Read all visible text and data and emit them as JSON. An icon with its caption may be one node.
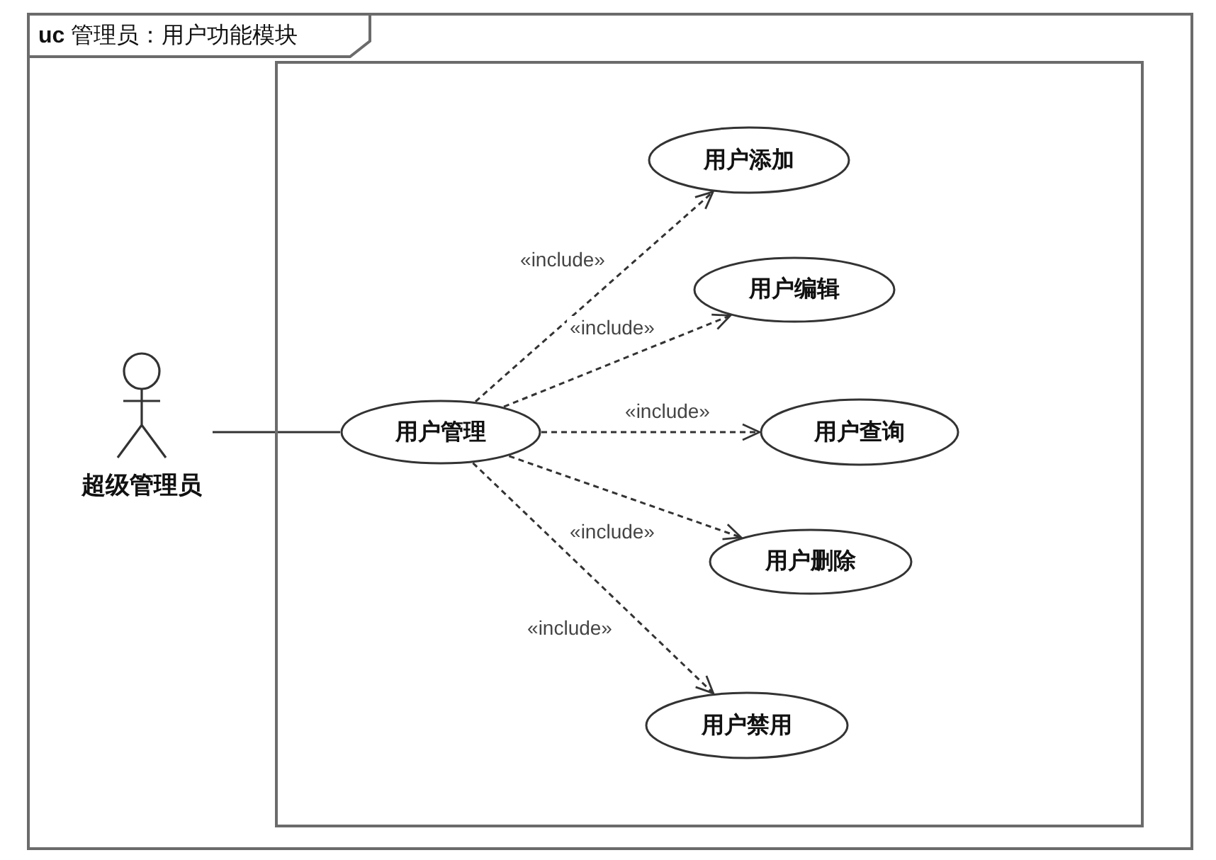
{
  "diagram": {
    "nodes": [
      {
        "text": [
          "**uc** 管理员：用户功能模块"
        ]
      },
      {
        "text": [],
        "shape": "box",
        "in": 0
      },
      {
        "text": [
          "超级管理员"
        ],
        "in": 0
      },
      {
        "text": [
          "用户管理"
        ],
        "in": 1
      },
      {
        "text": [
          "用户添加"
        ],
        "in": 1
      },
      {
        "text": [
          "用户编辑"
        ],
        "in": 1
      },
      {
        "text": [
          "用户查询"
        ],
        "in": 1
      },
      {
        "text": [
          "用户删除"
        ],
        "in": 1
      },
      {
        "text": [
          "用户禁用"
        ],
        "in": 1
      }
    ],
    "edges": [
      {
        "from": 2,
        "to": 3,
        "arrow": "none"
      },
      {
        "from": 3,
        "to": 4,
        "arrow": "to",
        "style": "dashed",
        "label": "«include»"
      },
      {
        "from": 3,
        "to": 5,
        "arrow": "to",
        "style": "dashed",
        "label": "«include»"
      },
      {
        "from": 3,
        "to": 6,
        "arrow": "to",
        "style": "dashed",
        "label": "«include»"
      },
      {
        "from": 3,
        "to": 7,
        "arrow": "to",
        "style": "dashed",
        "label": "«include»"
      },
      {
        "from": 3,
        "to": 8,
        "arrow": "to",
        "style": "dashed",
        "label": "«include»"
      }
    ]
  }
}
